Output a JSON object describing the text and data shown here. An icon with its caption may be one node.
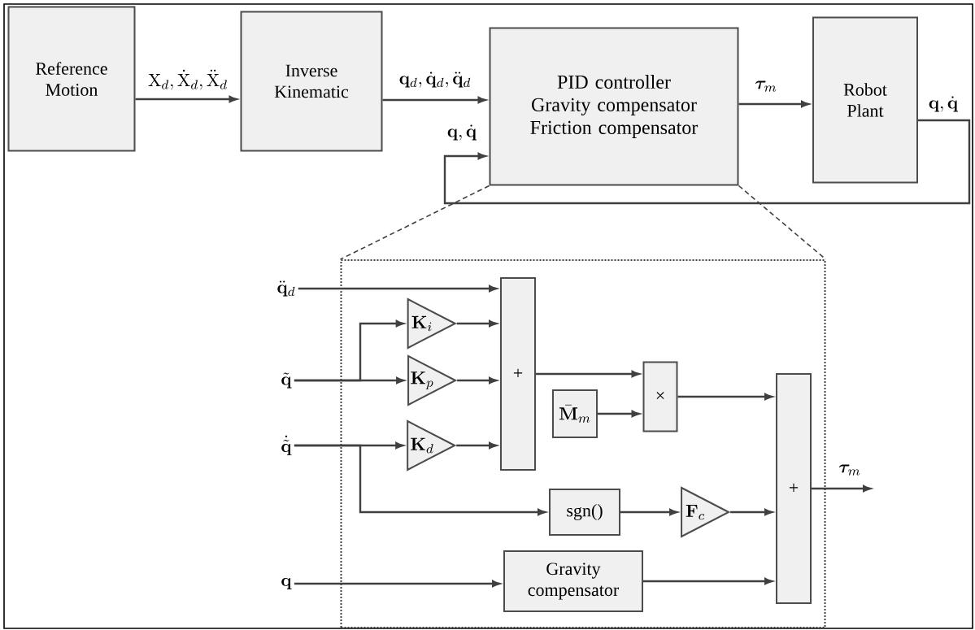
{
  "diagram": {
    "nodes": [
      {
        "text": [
          "Reference Motion"
        ]
      },
      {
        "text": [
          "Inverse Kinematic"
        ]
      },
      {
        "text": [
          "PID controller",
          "Gravity compensator",
          "Friction compensator"
        ]
      },
      {
        "text": [
          "Robot Plant"
        ]
      },
      {
        "text": [],
        "shape": "box"
      },
      {
        "text": [
          "\\ddot{\\mathbf{q}}_d"
        ]
      },
      {
        "text": [
          "\\tilde{\\mathbf{q}}"
        ]
      },
      {
        "text": [
          "\\dot{\\tilde{\\mathbf{q}}}"
        ]
      },
      {
        "text": [
          "\\mathbf{q}"
        ]
      },
      {
        "text": [
          "\\mathbf{K}_i"
        ],
        "in": 4
      },
      {
        "text": [
          "\\mathbf{K}_p"
        ],
        "in": 4
      },
      {
        "text": [
          "\\mathbf{K}_d"
        ],
        "in": 4
      },
      {
        "text": [
          "+"
        ],
        "in": 4
      },
      {
        "text": [
          "\\bar{\\mathbf{M}}_m"
        ],
        "in": 4
      },
      {
        "text": [
          "×"
        ],
        "in": 4
      },
      {
        "text": [
          "sgn()"
        ],
        "in": 4
      },
      {
        "text": [
          "\\mathbf{F}_c"
        ],
        "in": 4
      },
      {
        "text": [
          "Gravity compensator"
        ],
        "in": 4
      },
      {
        "text": [
          "+"
        ],
        "in": 4
      }
    ],
    "edges": [
      {
        "from": 0,
        "to": 1,
        "arrow": "to",
        "label": "\\mathrm{X}_d,\\dot{\\mathrm{X}}_d,\\ddot{\\mathrm{X}}_d"
      },
      {
        "from": 1,
        "to": 2,
        "arrow": "to",
        "label": "\\mathbf{q}_d,\\dot{\\mathbf{q}}_d,\\ddot{\\mathbf{q}}_d"
      },
      {
        "from": 2,
        "to": 3,
        "arrow": "to",
        "label": "\\boldsymbol{\\tau}_m"
      },
      {
        "from": 3,
        "to": 2,
        "arrow": "to",
        "label": "\\mathbf{q},\\dot{\\mathbf{q}}"
      },
      {
        "from": 2,
        "to": 4,
        "arrow": "none",
        "style": "dashed"
      },
      {
        "from": 2,
        "to": 4,
        "arrow": "none",
        "style": "dashed"
      },
      {
        "from": 5,
        "to": 12,
        "arrow": "to"
      },
      {
        "from": 6,
        "to": 9,
        "arrow": "to"
      },
      {
        "from": 6,
        "to": 10,
        "arrow": "to"
      },
      {
        "from": 7,
        "to": 11,
        "arrow": "to"
      },
      {
        "from": 7,
        "to": 15,
        "arrow": "to"
      },
      {
        "from": 9,
        "to": 12,
        "arrow": "to"
      },
      {
        "from": 10,
        "to": 12,
        "arrow": "to"
      },
      {
        "from": 11,
        "to": 12,
        "arrow": "to"
      },
      {
        "from": 12,
        "to": 14,
        "arrow": "to"
      },
      {
        "from": 13,
        "to": 14,
        "arrow": "to"
      },
      {
        "from": 14,
        "to": 18,
        "arrow": "to"
      },
      {
        "from": 15,
        "to": 16,
        "arrow": "to"
      },
      {
        "from": 16,
        "to": 18,
        "arrow": "to"
      },
      {
        "from": 8,
        "to": 17,
        "arrow": "to"
      },
      {
        "from": 17,
        "to": 18,
        "arrow": "to"
      },
      {
        "from": 18,
        "to": null,
        "arrow": "to",
        "label": "\\boldsymbol{\\tau}_m"
      }
    ],
    "labels": [
      "\\mathbf{q},\\dot{\\mathbf{q}}"
    ]
  }
}
